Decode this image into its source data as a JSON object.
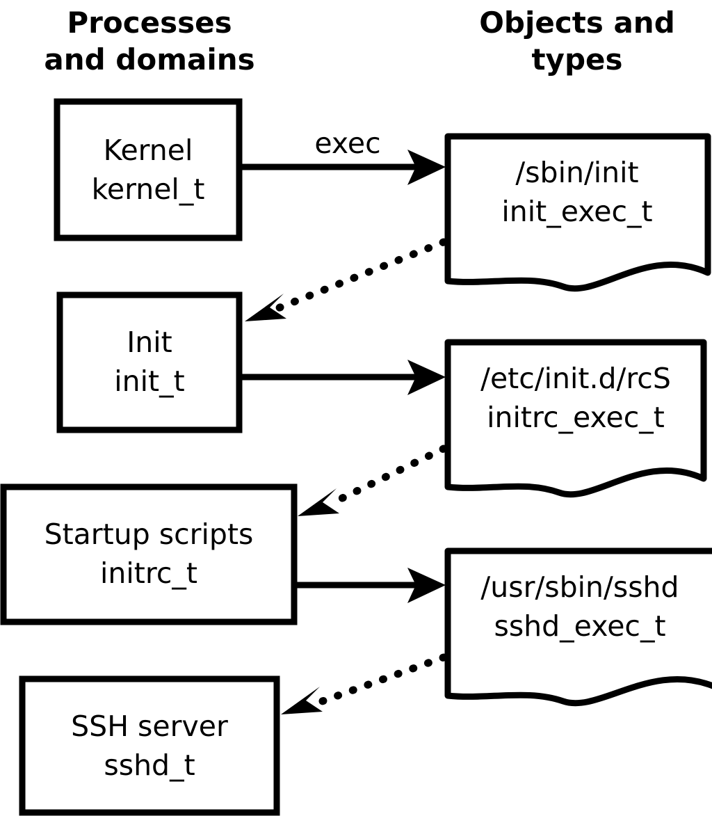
{
  "diagram": {
    "title_left": "Processes\nand domains",
    "columns": [
      {
        "id": "processes",
        "line1": "Processes",
        "line2": "and domains"
      },
      {
        "id": "objects",
        "line1": "Objects and",
        "line2": "types"
      }
    ],
    "colors": {
      "stroke": "#000000",
      "fill": "#ffffff",
      "text": "#000000"
    },
    "process_nodes": [
      {
        "id": "kernel",
        "line1": "Kernel",
        "line2": "kernel_t"
      },
      {
        "id": "init",
        "line1": "Init",
        "line2": "init_t"
      },
      {
        "id": "initrc",
        "line1": "Startup scripts",
        "line2": "initrc_t"
      },
      {
        "id": "sshd",
        "line1": "SSH server",
        "line2": "sshd_t"
      }
    ],
    "object_nodes": [
      {
        "id": "init_exec",
        "line1": "/sbin/init",
        "line2": "init_exec_t"
      },
      {
        "id": "initrc_exec",
        "line1": "/etc/init.d/rcS",
        "line2": "initrc_exec_t"
      },
      {
        "id": "sshd_exec",
        "line1": "/usr/sbin/sshd",
        "line2": "sshd_exec_t"
      }
    ],
    "edges": [
      {
        "id": "kernel-exec-init_exec",
        "from": "kernel",
        "to": "init_exec",
        "style": "solid",
        "label": "exec"
      },
      {
        "id": "init_exec-transition-init",
        "from": "init_exec",
        "to": "init",
        "style": "dotted",
        "label": ""
      },
      {
        "id": "init-exec-initrc_exec",
        "from": "init",
        "to": "initrc_exec",
        "style": "solid",
        "label": ""
      },
      {
        "id": "initrc_exec-transition-initrc",
        "from": "initrc_exec",
        "to": "initrc",
        "style": "dotted",
        "label": ""
      },
      {
        "id": "initrc-exec-sshd_exec",
        "from": "initrc",
        "to": "sshd_exec",
        "style": "solid",
        "label": ""
      },
      {
        "id": "sshd_exec-transition-sshd",
        "from": "sshd_exec",
        "to": "sshd",
        "style": "dotted",
        "label": ""
      }
    ]
  }
}
